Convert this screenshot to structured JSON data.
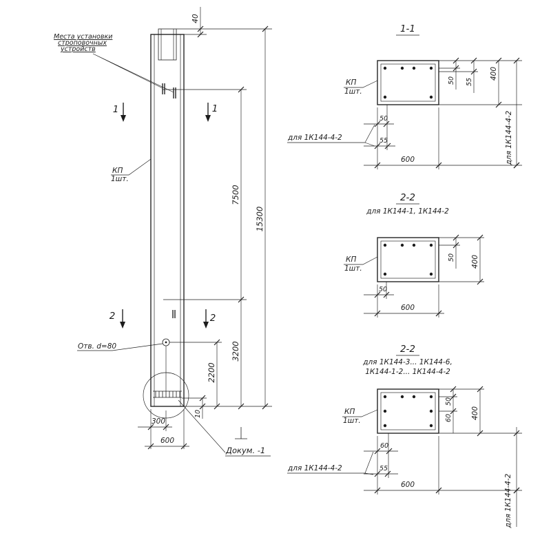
{
  "colors": {
    "ink": "#1c1c1c",
    "bg": "#ffffff"
  },
  "elevation": {
    "lifting_note": {
      "line1": "Места установки",
      "line2": "строповочных",
      "line3": "устройств"
    },
    "kp_label": "КП",
    "kp_qty": "1шт.",
    "hole_note": "Отв. d=80",
    "dokum_note": "Докум. -1",
    "marks": {
      "s1": "1",
      "s2": "2"
    },
    "dims": {
      "d40": "40",
      "d7500": "7500",
      "d15300": "15300",
      "d3200": "3200",
      "d2200": "2200",
      "d10": "10",
      "d300": "300",
      "d600": "600"
    }
  },
  "sections": [
    {
      "title": "1-1",
      "kp_label": "КП",
      "kp_qty": "1шт.",
      "note_left": "для 1К144-4-2",
      "note_right": "для 1К144-4-2",
      "dims": {
        "right_a": "50",
        "right_b": "55",
        "height": "400",
        "left_a": "50",
        "left_b": "55",
        "width": "600"
      }
    },
    {
      "title": "2-2",
      "subtitle1": "для 1К144-1, 1К144-2",
      "kp_label": "КП",
      "kp_qty": "1шт.",
      "dims": {
        "right_a": "50",
        "height": "400",
        "left_a": "50",
        "width": "600"
      }
    },
    {
      "title": "2-2",
      "subtitle1": "для 1К144-3... 1К144-6,",
      "subtitle2": "1К144-1-2... 1К144-4-2",
      "kp_label": "КП",
      "kp_qty": "1шт.",
      "note_left": "для 1К144-4-2",
      "note_right": "для 1К144-4-2",
      "dims": {
        "right_a": "50",
        "right_b": "60",
        "height": "400",
        "left_a": "60",
        "left_b": "55",
        "width": "600"
      }
    }
  ]
}
